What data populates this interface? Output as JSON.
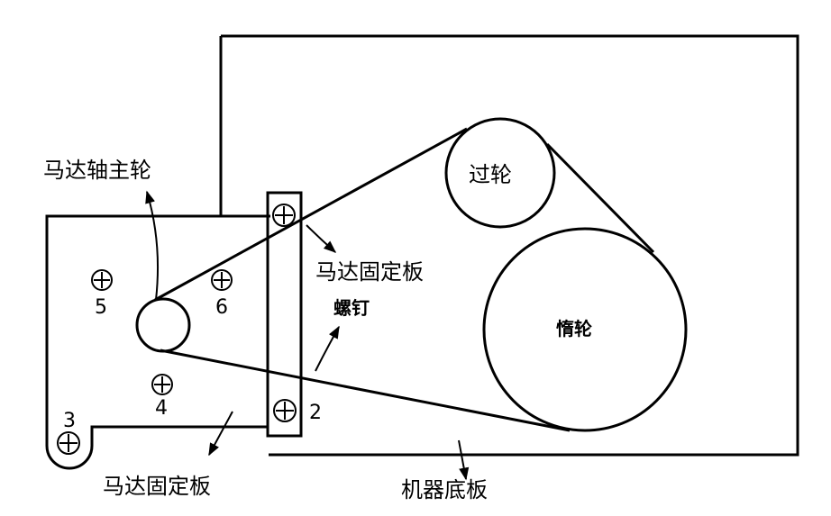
{
  "diagram": {
    "labels": {
      "motor_shaft_pulley": "马达轴主轮",
      "motor_mount_plate_right": "马达固定板",
      "screw": "螺钉",
      "idler_pulley": "过轮",
      "flywheel": "惰轮",
      "motor_mount_plate_bottom": "马达固定板",
      "machine_base_plate": "机器底板"
    },
    "screw_numbers": {
      "s2": "2",
      "s3": "3",
      "s4": "4",
      "s5": "5",
      "s6": "6"
    },
    "colors": {
      "line": "#000000",
      "background": "#ffffff"
    }
  }
}
